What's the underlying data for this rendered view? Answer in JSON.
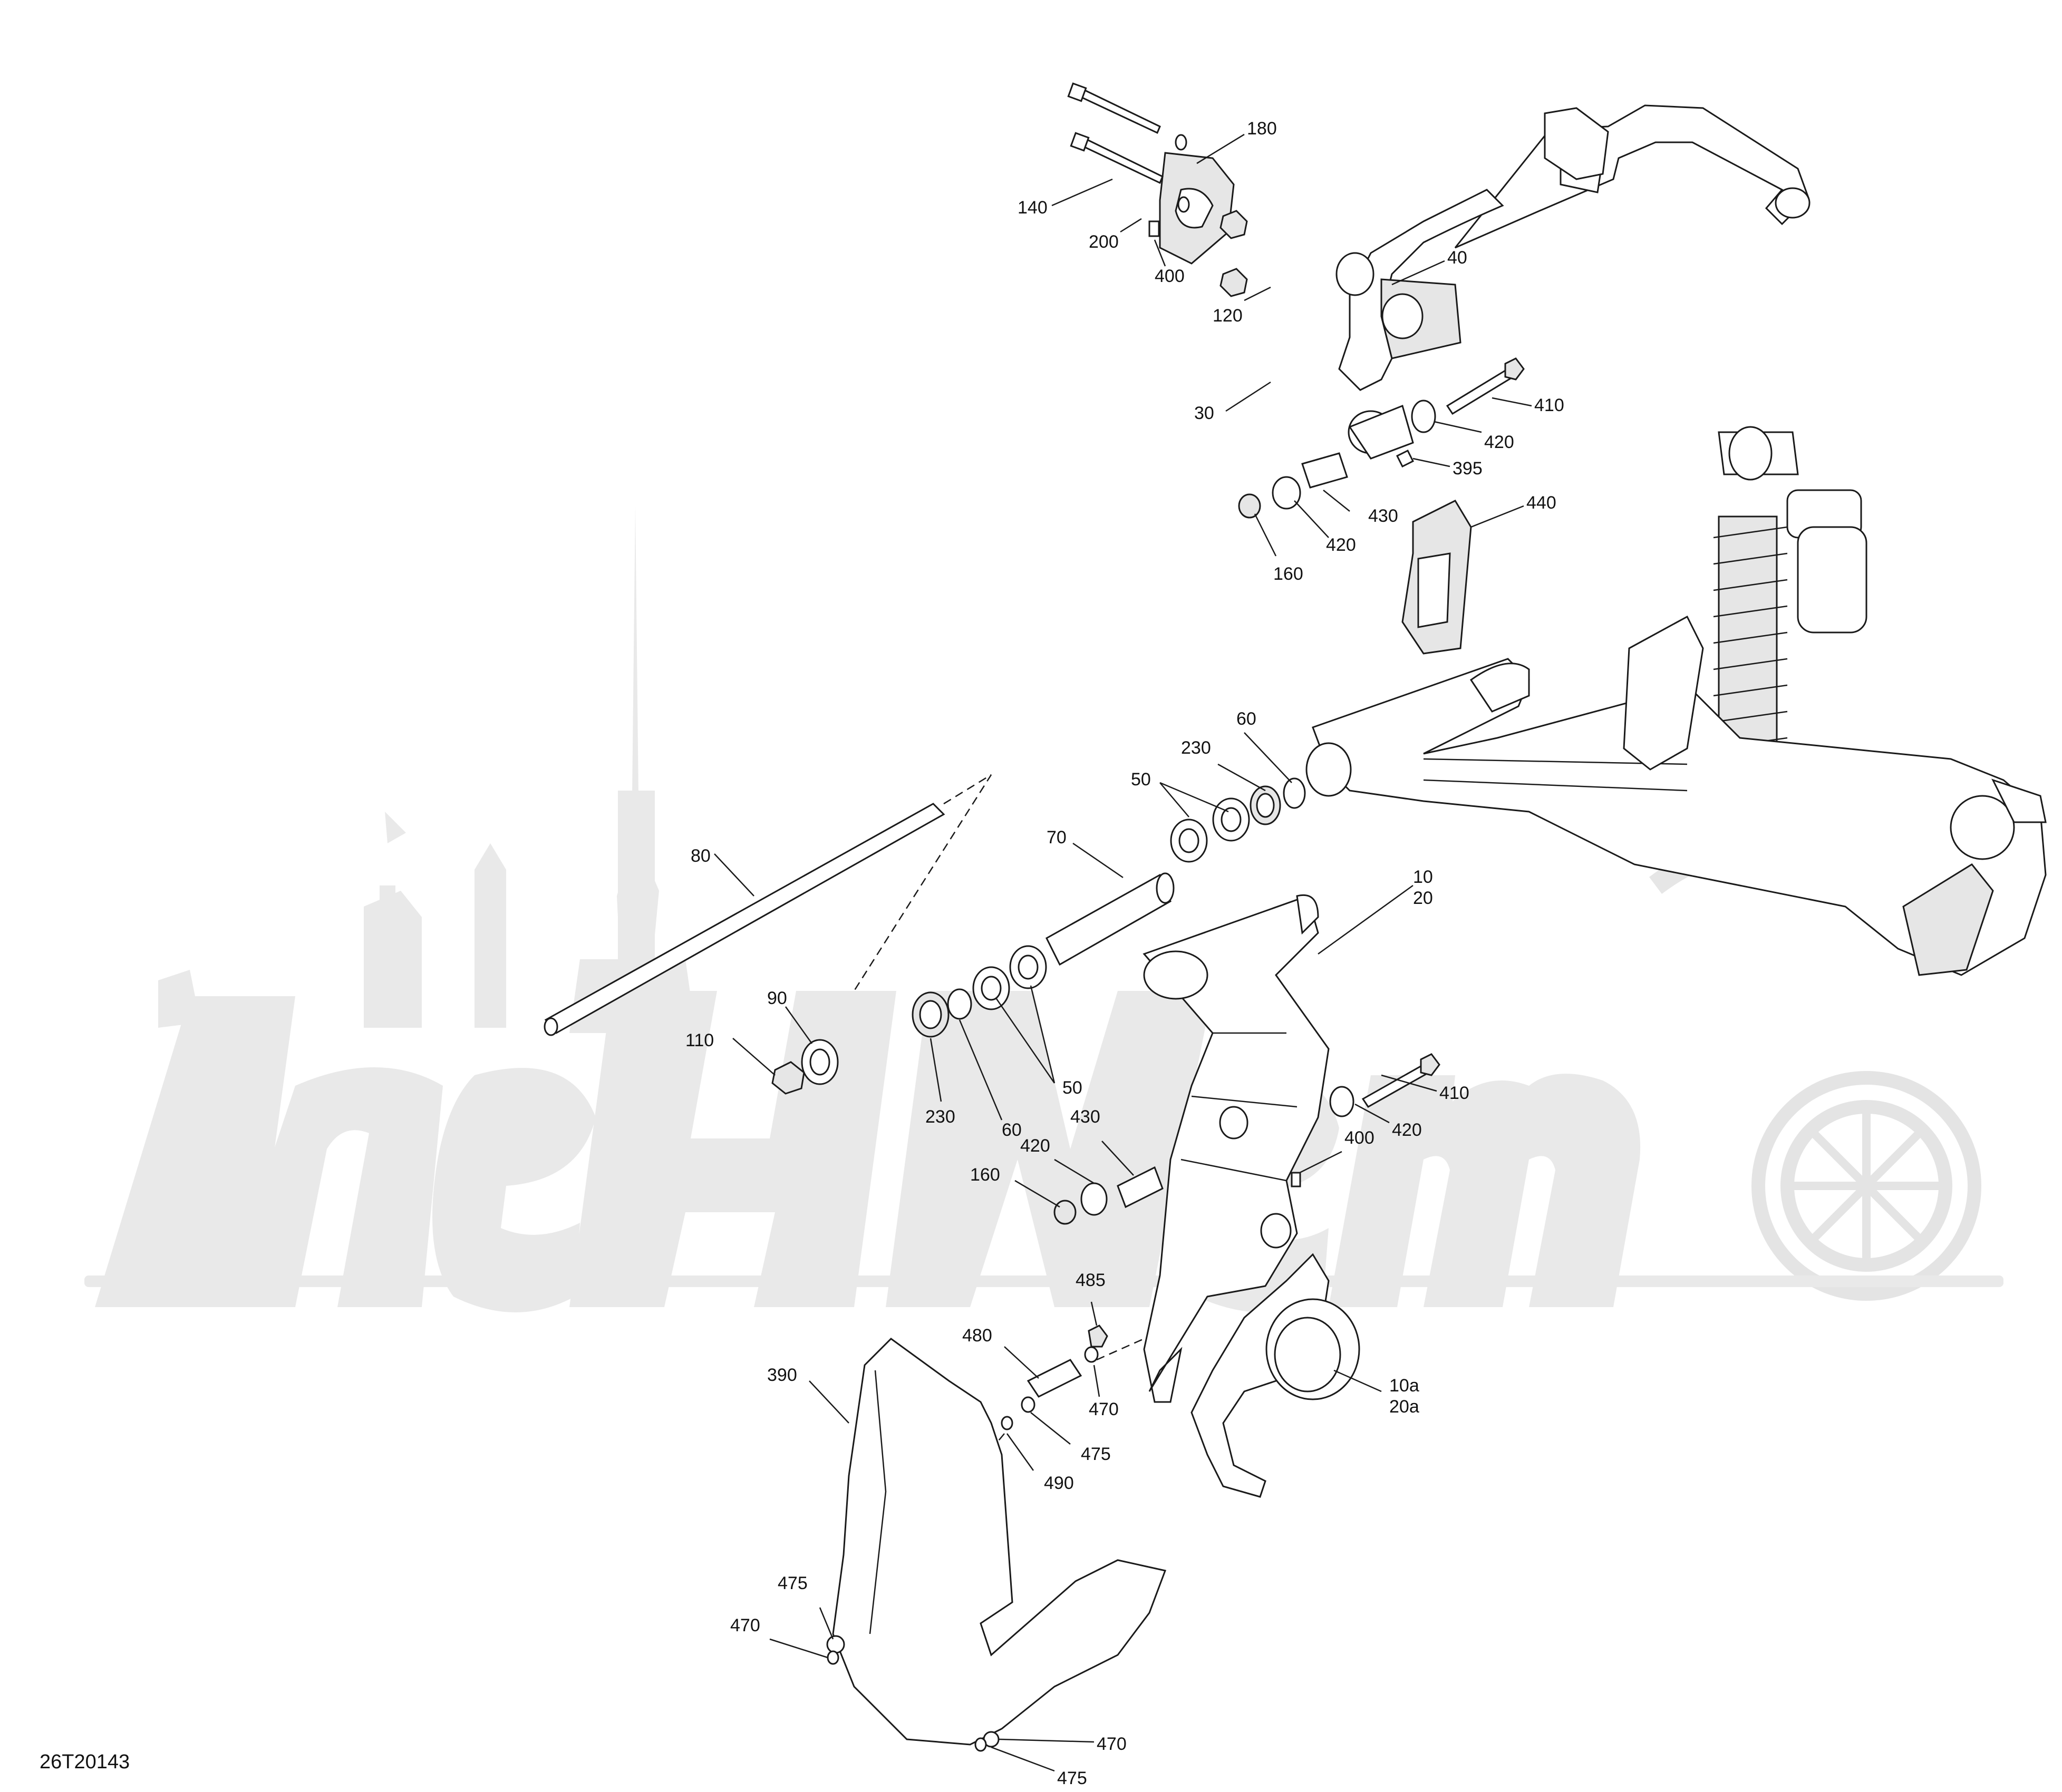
{
  "diagram_code": "26T20143",
  "callouts": {
    "c180": "180",
    "c140": "140",
    "c200": "200",
    "c400a": "400",
    "c120": "120",
    "c40": "40",
    "c30": "30",
    "c410a": "410",
    "c420a": "420",
    "c395": "395",
    "c430a": "430",
    "c420b": "420",
    "c160a": "160",
    "c440": "440",
    "c60a": "60",
    "c230a": "230",
    "c50a": "50",
    "c70": "70",
    "c80": "80",
    "c10": "10",
    "c20": "20",
    "c90": "90",
    "c110": "110",
    "c50b": "50",
    "c230b": "230",
    "c60b": "60",
    "c410b": "410",
    "c420c": "420",
    "c430b": "430",
    "c420d": "420",
    "c400b": "400",
    "c160b": "160",
    "c485": "485",
    "c480": "480",
    "c470a": "470",
    "c390": "390",
    "c475a": "475",
    "c490": "490",
    "c10a": "10a",
    "c20a": "20a",
    "c475b": "475",
    "c470b": "470",
    "c470c": "470",
    "c475c": "475"
  },
  "icons": {
    "watermark": "city-skyline-and-motorcycle-watermark"
  }
}
